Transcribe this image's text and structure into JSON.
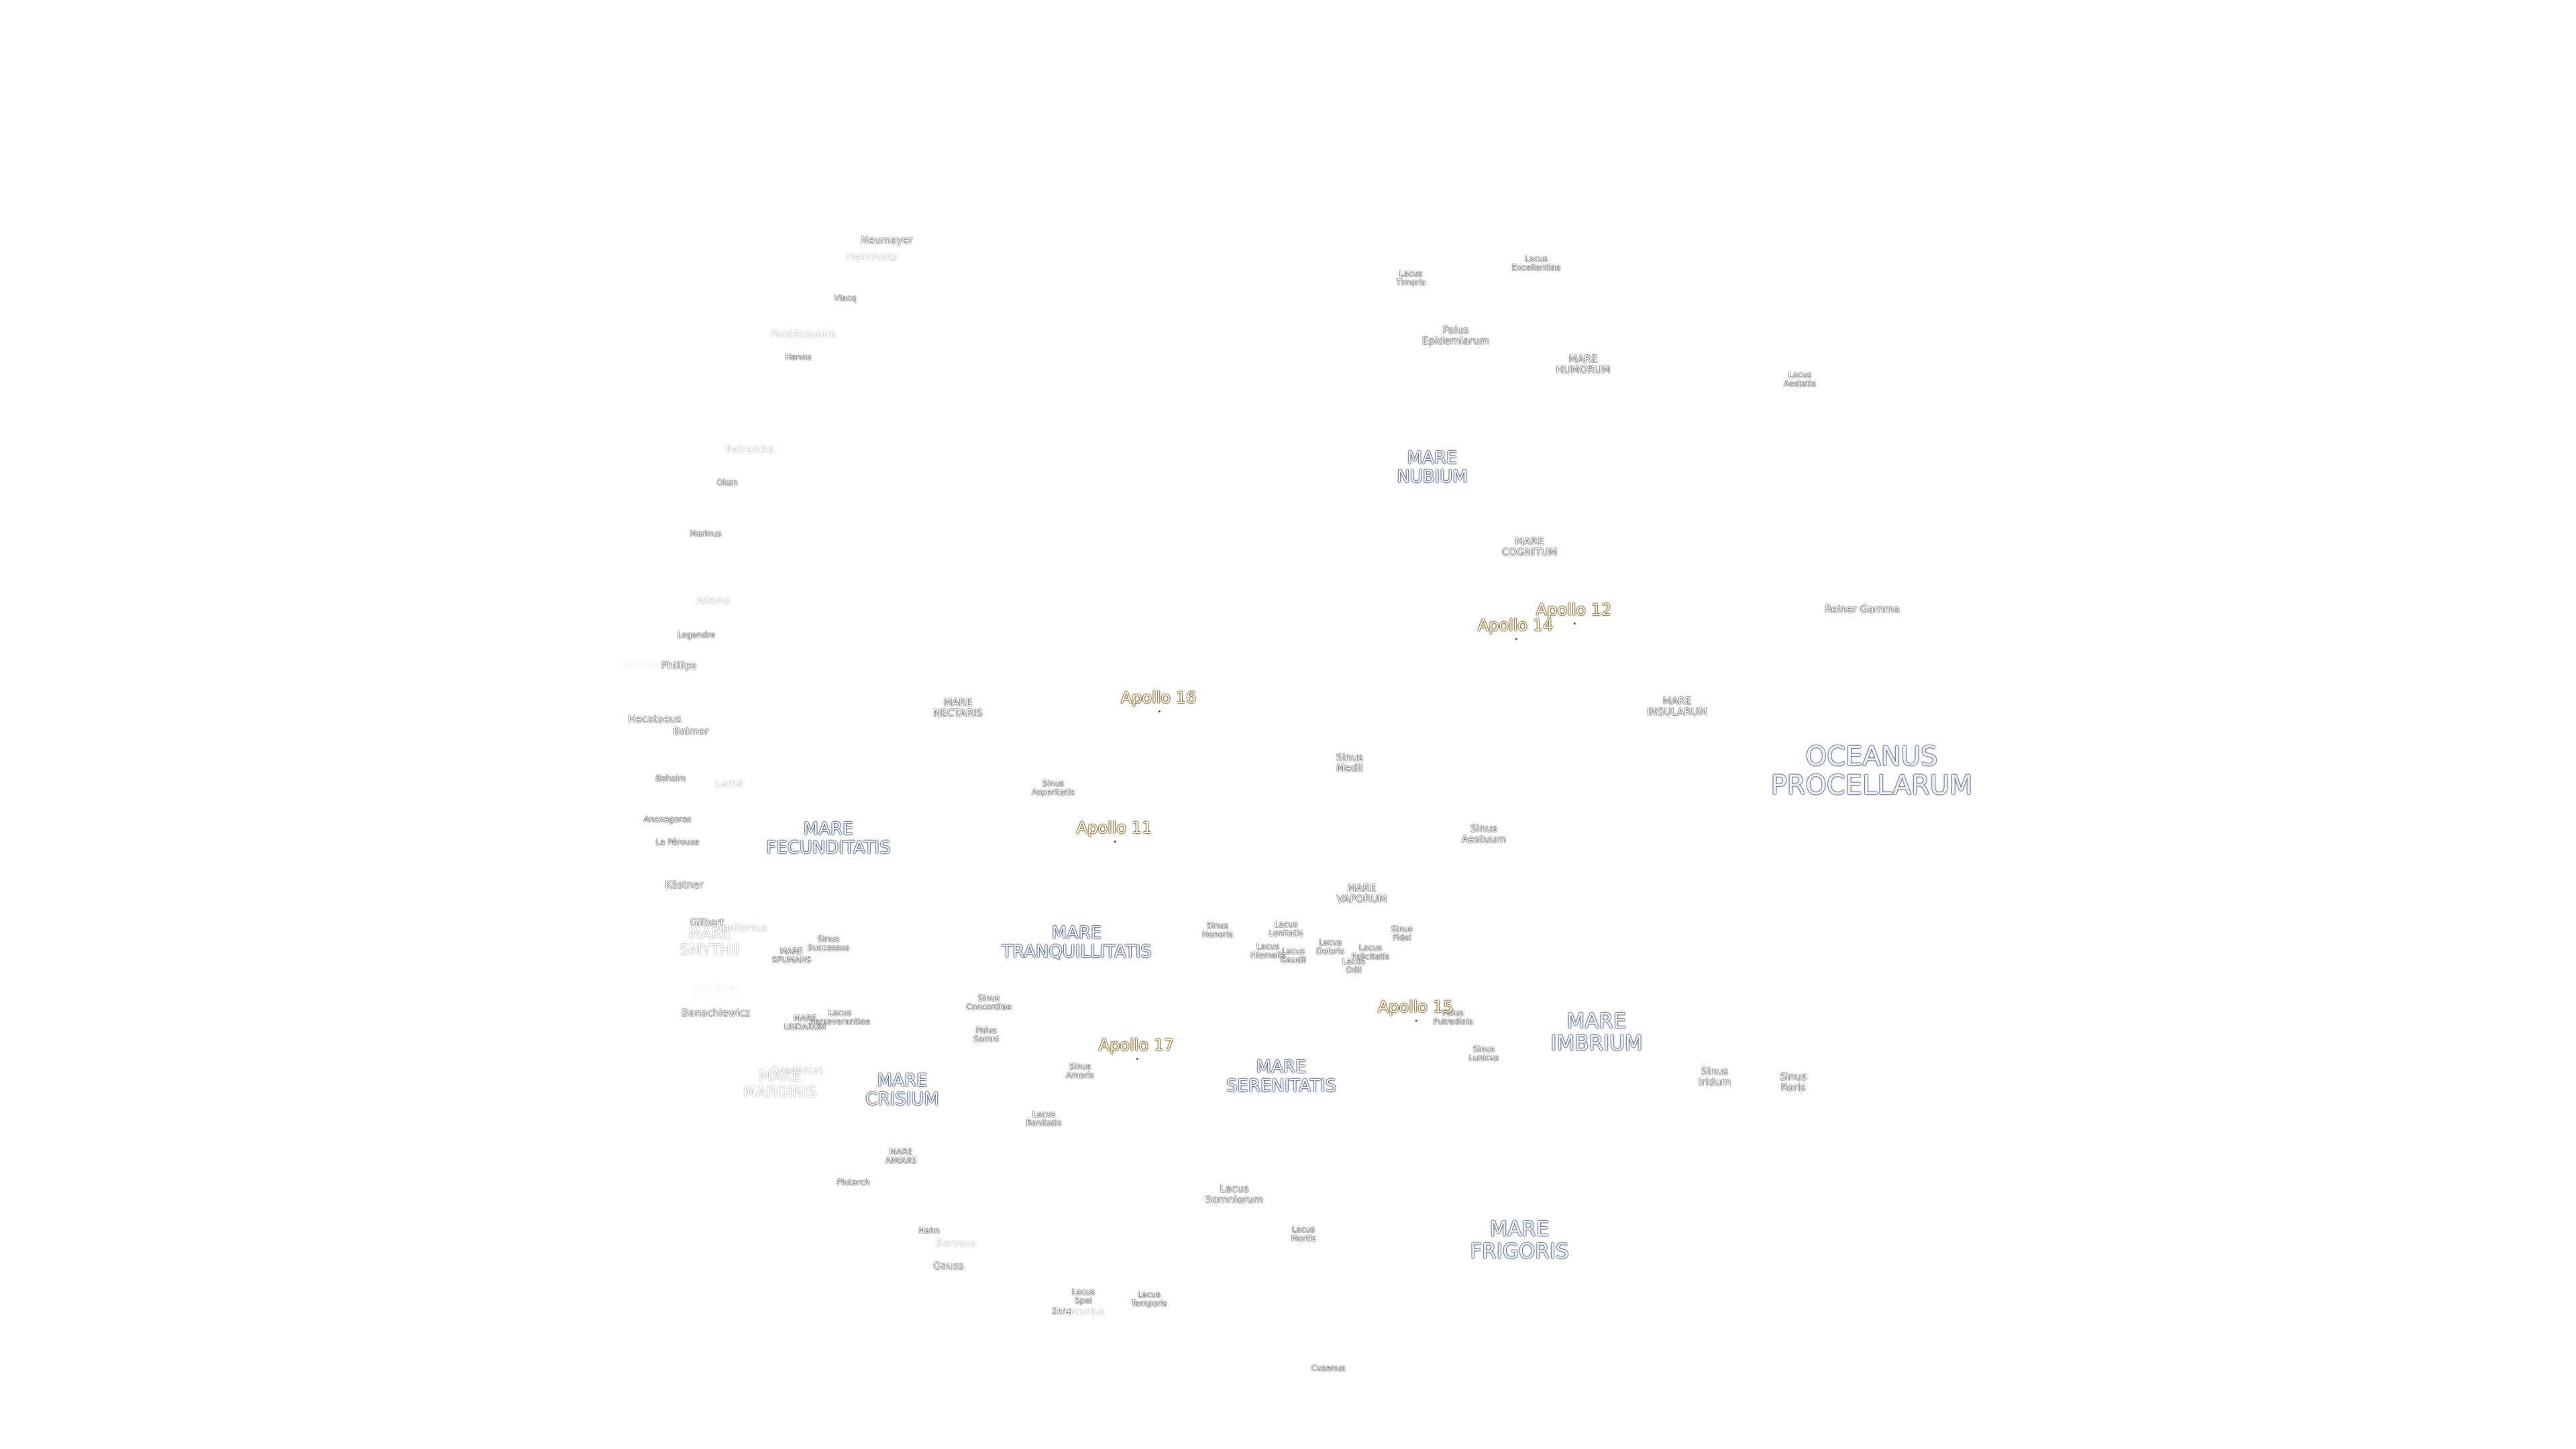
{
  "seas": [
    {
      "id": "oceanus-procellarum",
      "name": "OCEANUS\nPROCELLARUM",
      "size": "ocean"
    },
    {
      "id": "mare-imbrium",
      "name": "MARE\nIMBRIUM",
      "size": "mare-big"
    },
    {
      "id": "mare-frigoris",
      "name": "MARE\nFRIGORIS",
      "size": "mare-big"
    },
    {
      "id": "mare-tranquillitatis",
      "name": "MARE\nTRANQUILLITATIS",
      "size": "mare"
    },
    {
      "id": "mare-serenitatis",
      "name": "MARE\nSERENITATIS",
      "size": "mare"
    },
    {
      "id": "mare-crisium",
      "name": "MARE\nCRISIUM",
      "size": "mare"
    },
    {
      "id": "mare-fecunditatis",
      "name": "MARE\nFECUNDITATIS",
      "size": "mare"
    },
    {
      "id": "mare-nubium",
      "name": "MARE\nNUBIUM",
      "size": "mare"
    },
    {
      "id": "mare-humorum",
      "name": "MARE\nHUMORUM",
      "size": "small"
    },
    {
      "id": "mare-cognitum",
      "name": "MARE\nCOGNITUM",
      "size": "small"
    },
    {
      "id": "mare-insularum",
      "name": "MARE\nINSULARUM",
      "size": "small"
    },
    {
      "id": "mare-nectaris",
      "name": "MARE\nNECTARIS",
      "size": "small"
    },
    {
      "id": "mare-vaporum",
      "name": "MARE\nVAPORUM",
      "size": "small"
    },
    {
      "id": "mare-anguis",
      "name": "MARE\nANGUIS",
      "size": "tiny"
    },
    {
      "id": "mare-spumans",
      "name": "MARE\nSPUMANS",
      "size": "tiny"
    },
    {
      "id": "mare-undarum",
      "name": "MARE\nUNDARUM",
      "size": "tiny"
    },
    {
      "id": "mare-smythii",
      "name": "MARE\nSMYTHII",
      "size": "faint-mare"
    },
    {
      "id": "mare-marginis",
      "name": "MARE\nMARGINIS",
      "size": "faint-mare"
    }
  ],
  "features": [
    {
      "id": "lacus-somniorum",
      "name": "Lacus\nSomniorum",
      "size": "small"
    },
    {
      "id": "lacus-mortis",
      "name": "Lacus\nMortis",
      "size": "tiny"
    },
    {
      "id": "lacus-temporis",
      "name": "Lacus\nTemporis",
      "size": "tiny"
    },
    {
      "id": "lacus-spei",
      "name": "Lacus\nSpei",
      "size": "tiny"
    },
    {
      "id": "lacus-bonitatis",
      "name": "Lacus\nBonitatis",
      "size": "tiny"
    },
    {
      "id": "lacus-timoris",
      "name": "Lacus\nTimoris",
      "size": "tiny"
    },
    {
      "id": "lacus-excellentiae",
      "name": "Lacus\nExcellentiae",
      "size": "tiny"
    },
    {
      "id": "lacus-aestatis",
      "name": "Lacus\nAestatis",
      "size": "tiny"
    },
    {
      "id": "lacus-perseverantiae",
      "name": "Lacus\nPerseverantiae",
      "size": "tiny"
    },
    {
      "id": "lacus-lenitatis",
      "name": "Lacus\nLenitatis",
      "size": "tiny"
    },
    {
      "id": "lacus-hiemalis",
      "name": "Lacus\nHiemalis",
      "size": "tiny"
    },
    {
      "id": "lacus-gaudii",
      "name": "Lacus\nGaudii",
      "size": "tiny"
    },
    {
      "id": "lacus-doloris",
      "name": "Lacus\nDoloris",
      "size": "tiny"
    },
    {
      "id": "lacus-felicitatis",
      "name": "Lacus\nFelicitatis",
      "size": "tiny"
    },
    {
      "id": "lacus-odii",
      "name": "Lacus\nOdii",
      "size": "tiny"
    },
    {
      "id": "palus-epidemiarum",
      "name": "Palus\nEpidemiarum",
      "size": "small"
    },
    {
      "id": "palus-somni",
      "name": "Palus\nSomni",
      "size": "tiny"
    },
    {
      "id": "palus-putredinis",
      "name": "Palus\nPutredinis",
      "size": "tiny"
    },
    {
      "id": "sinus-medii",
      "name": "Sinus\nMedii",
      "size": "small"
    },
    {
      "id": "sinus-aestuum",
      "name": "Sinus\nAestuum",
      "size": "small"
    },
    {
      "id": "sinus-asperitatis",
      "name": "Sinus\nAsperitatis",
      "size": "tiny"
    },
    {
      "id": "sinus-honoris",
      "name": "Sinus\nHonoris",
      "size": "tiny"
    },
    {
      "id": "sinus-fidei",
      "name": "Sinus\nFidei",
      "size": "tiny"
    },
    {
      "id": "sinus-concordiae",
      "name": "Sinus\nConcordiae",
      "size": "tiny"
    },
    {
      "id": "sinus-amoris",
      "name": "Sinus\nAmoris",
      "size": "tiny"
    },
    {
      "id": "sinus-successus",
      "name": "Sinus\nSuccessus",
      "size": "tiny"
    },
    {
      "id": "sinus-lunicus",
      "name": "Sinus\nLunicus",
      "size": "tiny"
    },
    {
      "id": "sinus-iridum",
      "name": "Sinus\nIridum",
      "size": "small"
    },
    {
      "id": "sinus-roris",
      "name": "Sinus\nRoris",
      "size": "small"
    },
    {
      "id": "reiner-gamma",
      "name": "Reiner Gamma",
      "size": "small"
    }
  ],
  "craters": [
    {
      "id": "neumayer",
      "name": "Neumayer",
      "style": "crater"
    },
    {
      "id": "helmholtz",
      "name": "Helmholtz",
      "style": "faint"
    },
    {
      "id": "vlacq",
      "name": "Vlacq",
      "style": "tiny"
    },
    {
      "id": "pontecoulant",
      "name": "Pontécoulant",
      "style": "faint"
    },
    {
      "id": "hanno",
      "name": "Hanno",
      "style": "tiny"
    },
    {
      "id": "petrarcha",
      "name": "Petrarcha",
      "style": "faint"
    },
    {
      "id": "oken",
      "name": "Oken",
      "style": "tiny"
    },
    {
      "id": "marinus",
      "name": "Marinus",
      "style": "tiny"
    },
    {
      "id": "adams",
      "name": "Adams",
      "style": "faint"
    },
    {
      "id": "legendre",
      "name": "Legendre",
      "style": "tiny"
    },
    {
      "id": "humboldt",
      "name": "Humboldt",
      "style": "vfaint"
    },
    {
      "id": "phillips",
      "name": "Phillips",
      "style": "crater"
    },
    {
      "id": "hecataeus",
      "name": "Hecataeus",
      "style": "crater"
    },
    {
      "id": "balmer",
      "name": "Balmer",
      "style": "crater"
    },
    {
      "id": "behaim",
      "name": "Behaim",
      "style": "tiny"
    },
    {
      "id": "lame",
      "name": "Lamé",
      "style": "faint"
    },
    {
      "id": "anaxagoras",
      "name": "Anaxagoras",
      "style": "tiny"
    },
    {
      "id": "la-perouse",
      "name": "La Pérouse",
      "style": "tiny"
    },
    {
      "id": "kastner",
      "name": "Kästner",
      "style": "crater"
    },
    {
      "id": "gilbert",
      "name": "Gilbert",
      "style": "crater"
    },
    {
      "id": "apollonius",
      "name": "Apollonius",
      "style": "faint"
    },
    {
      "id": "schubert",
      "name": "Schubert",
      "style": "vfaint"
    },
    {
      "id": "banachiewicz",
      "name": "Banachiewicz",
      "style": "crater"
    },
    {
      "id": "condorcet",
      "name": "Condorcet",
      "style": "faint"
    },
    {
      "id": "plutarch",
      "name": "Plutarch",
      "style": "tiny"
    },
    {
      "id": "hahn",
      "name": "Hahn",
      "style": "tiny"
    },
    {
      "id": "berosus",
      "name": "Berosus",
      "style": "faint"
    },
    {
      "id": "gauss",
      "name": "Gauss",
      "style": "crater"
    },
    {
      "id": "zeno",
      "name": "Zeno",
      "style": "tiny"
    },
    {
      "id": "mercurius",
      "name": "Mercurius",
      "style": "faint"
    },
    {
      "id": "cusanus",
      "name": "Cusanus",
      "style": "tiny"
    }
  ],
  "landing_sites": [
    {
      "id": "apollo-11",
      "name": "Apollo 11"
    },
    {
      "id": "apollo-12",
      "name": "Apollo 12"
    },
    {
      "id": "apollo-14",
      "name": "Apollo 14"
    },
    {
      "id": "apollo-15",
      "name": "Apollo 15"
    },
    {
      "id": "apollo-16",
      "name": "Apollo 16"
    },
    {
      "id": "apollo-17",
      "name": "Apollo 17"
    }
  ]
}
